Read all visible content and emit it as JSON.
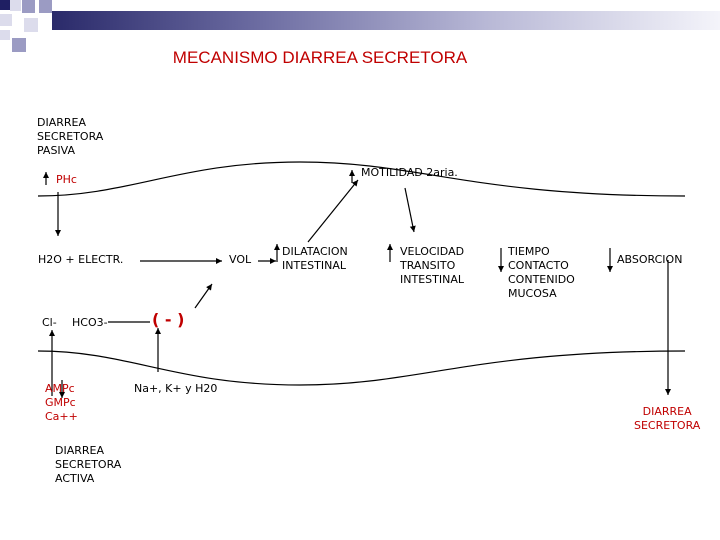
{
  "title": "MECANISMO DIARREA SECRETORA",
  "labels": {
    "pasiva": "DIARREA\nSECRETORA\nPASIVA",
    "phc": "PHc",
    "motilidad": "MOTILIDAD 2aria.",
    "h2o": "H2O + ELECTR.",
    "vol": "VOL",
    "dilatacion": "DILATACION\nINTESTINAL",
    "velocidad": "VELOCIDAD\nTRANSITO\nINTESTINAL",
    "tiempo": "TIEMPO\nCONTACTO\nCONTENIDO\nMUCOSA",
    "absorcion": "ABSORCION",
    "cl": "Cl-",
    "hco3": "HCO3-",
    "negativo": "( - )",
    "ampc": "AMPc\nGMPc\nCa++",
    "iones": "Na+,  K+  y  H20",
    "activa": "DIARREA\nSECRETORA\nACTIVA",
    "secretora": "DIARREA\nSECRETORA"
  },
  "colors": {
    "accent": "#c00000",
    "bar_dark": "#1f1f63",
    "bar_mid": "#9b9bc3",
    "bar_light": "#dcdcec"
  }
}
